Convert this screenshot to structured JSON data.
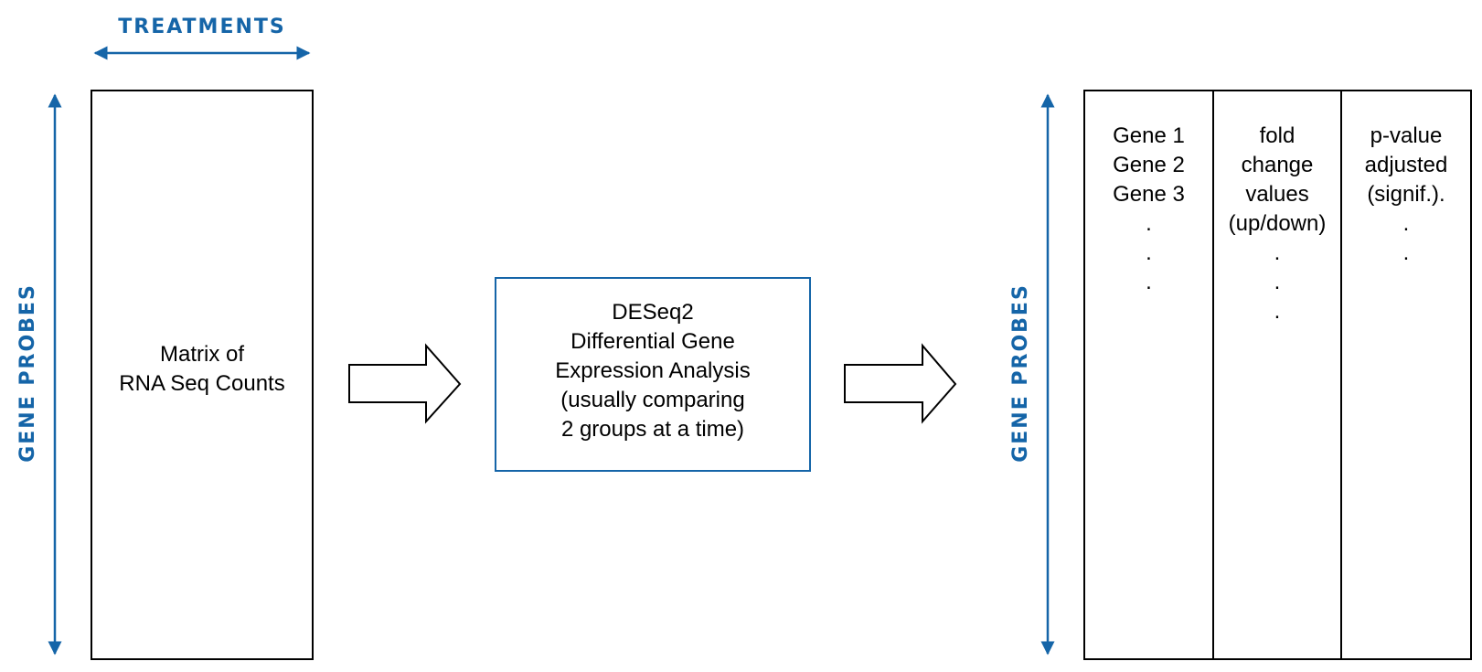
{
  "colors": {
    "accent": "#1565a8",
    "stroke": "#000000",
    "background": "#ffffff"
  },
  "labels": {
    "treatments": "TREATMENTS",
    "gene_probes_left": "GENE PROBES",
    "gene_probes_right": "GENE PROBES"
  },
  "input_matrix": {
    "lines": [
      "Matrix of",
      "RNA Seq Counts"
    ]
  },
  "analysis_box": {
    "lines": [
      "DESeq2",
      "Differential Gene",
      "Expression Analysis",
      "(usually comparing",
      "2 groups at a time)"
    ]
  },
  "output_table": {
    "columns": [
      {
        "lines": [
          "Gene 1",
          "Gene 2",
          "Gene 3"
        ],
        "dots": [
          ".",
          ".",
          "."
        ]
      },
      {
        "lines": [
          "fold",
          "change",
          "values",
          "(up/down)"
        ],
        "dots": [
          ".",
          ".",
          "."
        ]
      },
      {
        "lines": [
          "p-value",
          "adjusted",
          "(signif.)."
        ],
        "dots": [
          ".",
          "."
        ]
      }
    ]
  }
}
